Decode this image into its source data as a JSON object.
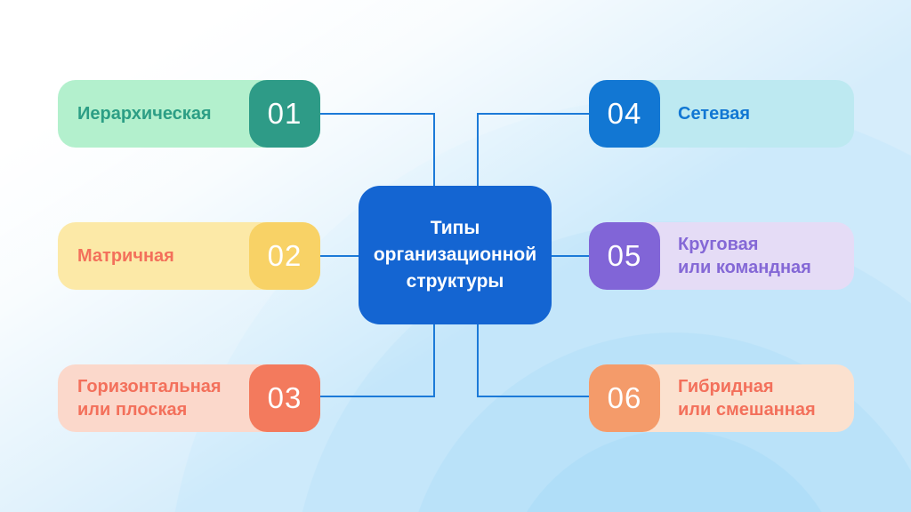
{
  "center": {
    "title": "Типы\nорганизационной\nструктуры",
    "bg_color": "#1465d2",
    "text_color": "#ffffff"
  },
  "cards": [
    {
      "number": "01",
      "label": "Иерархическая",
      "side": "left",
      "bg_color": "#b3f0cd",
      "badge_color": "#2e9b87",
      "text_color": "#2c9e85"
    },
    {
      "number": "02",
      "label": "Матричная",
      "side": "left",
      "bg_color": "#fce9a7",
      "badge_color": "#f8d266",
      "text_color": "#f3705b"
    },
    {
      "number": "03",
      "label": "Горизонтальная\nили плоская",
      "side": "left",
      "bg_color": "#fbd8cb",
      "badge_color": "#f37a5d",
      "text_color": "#f3705b"
    },
    {
      "number": "04",
      "label": "Сетевая",
      "side": "right",
      "bg_color": "#bde9f1",
      "badge_color": "#1277d3",
      "text_color": "#1277d3"
    },
    {
      "number": "05",
      "label": "Круговая\nили командная",
      "side": "right",
      "bg_color": "#e5dcf6",
      "badge_color": "#8165d7",
      "text_color": "#8468d6"
    },
    {
      "number": "06",
      "label": "Гибридная\nили смешанная",
      "side": "right",
      "bg_color": "#fbe1cf",
      "badge_color": "#f49b6a",
      "text_color": "#f3705b"
    }
  ],
  "connector_color": "#1c7ad8",
  "background": {
    "base_color": "#cfeafb",
    "ring_center_color": "#a6daf8",
    "top_left_color": "#ffffff"
  }
}
